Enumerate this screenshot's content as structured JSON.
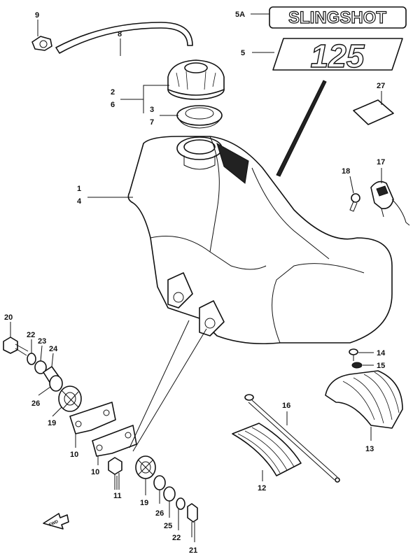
{
  "labels": {
    "p9": "9",
    "p8": "8",
    "p2": "2",
    "p6": "6",
    "p3": "3",
    "p7": "7",
    "p1": "1",
    "p4": "4",
    "p5a": "5A",
    "p5": "5",
    "p27": "27",
    "p18": "18",
    "p17": "17",
    "p20": "20",
    "p22a": "22",
    "p23": "23",
    "p24": "24",
    "p26a": "26",
    "p19a": "19",
    "p10a": "10",
    "p10b": "10",
    "p11": "11",
    "p19b": "19",
    "p26b": "26",
    "p25": "25",
    "p22b": "22",
    "p21": "21",
    "p14": "14",
    "p15": "15",
    "p16": "16",
    "p12": "12",
    "p13": "13"
  },
  "emblems": {
    "slingshot": "SLINGSHOT",
    "model": "125",
    "fwd": "FWD"
  }
}
